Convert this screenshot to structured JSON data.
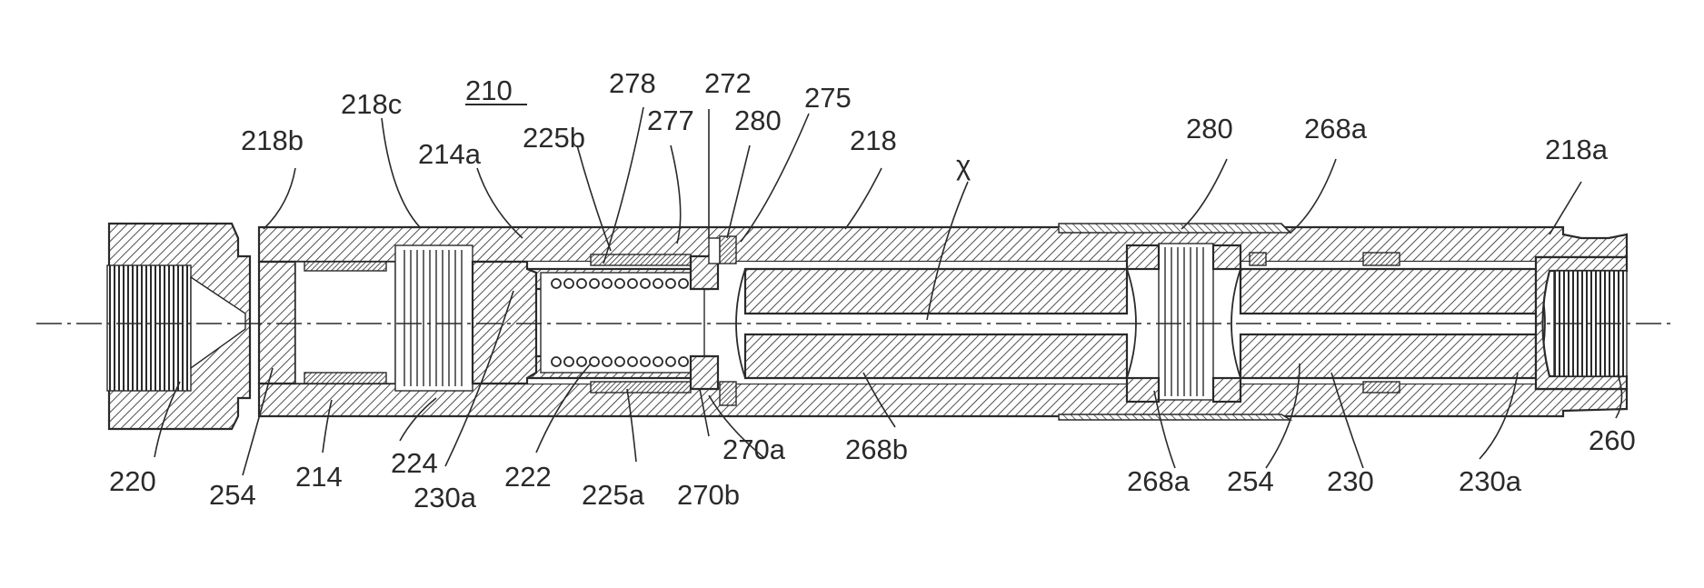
{
  "figure": {
    "ref_number": "210",
    "axis_symbol": "χ",
    "labels": {
      "l218b": "218b",
      "l218c": "218c",
      "l214a": "214a",
      "l225b": "225b",
      "l278": "278",
      "l277": "277",
      "l272": "272",
      "l280top": "280",
      "l275": "275",
      "l218": "218",
      "l280right": "280",
      "l268a_top": "268a",
      "l218a": "218a",
      "l220": "220",
      "l254left": "254",
      "l214": "214",
      "l224": "224",
      "l230a_left": "230a",
      "l222": "222",
      "l225a": "225a",
      "l270a": "270a",
      "l270b": "270b",
      "l268b": "268b",
      "l268a_bottom": "268a",
      "l254right": "254",
      "l230": "230",
      "l230a_right": "230a",
      "l260": "260"
    }
  }
}
